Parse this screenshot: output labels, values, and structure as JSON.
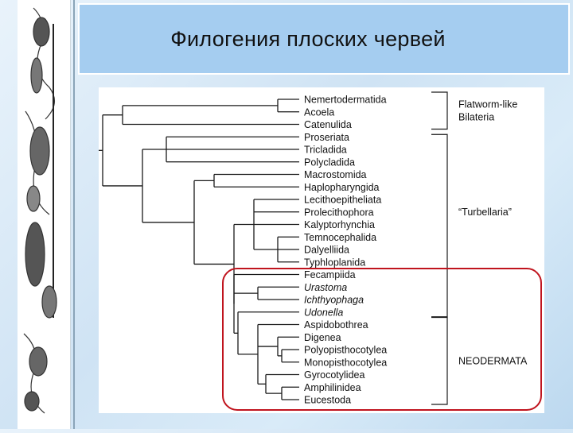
{
  "slide": {
    "title": "Филогения плоских червей"
  },
  "taxa": [
    {
      "name": "Nemertodermatida",
      "italic": false
    },
    {
      "name": "Acoela",
      "italic": false
    },
    {
      "name": "Catenulida",
      "italic": false
    },
    {
      "name": "Proseriata",
      "italic": false
    },
    {
      "name": "Tricladida",
      "italic": false
    },
    {
      "name": "Polycladida",
      "italic": false
    },
    {
      "name": "Macrostomida",
      "italic": false
    },
    {
      "name": "Haplopharyngida",
      "italic": false
    },
    {
      "name": "Lecithoepitheliata",
      "italic": false
    },
    {
      "name": "Prolecithophora",
      "italic": false
    },
    {
      "name": "Kalyptorhynchia",
      "italic": false
    },
    {
      "name": "Temnocephalida",
      "italic": false
    },
    {
      "name": "Dalyelliida",
      "italic": false
    },
    {
      "name": "Typhloplanida",
      "italic": false
    },
    {
      "name": "Fecampiida",
      "italic": false
    },
    {
      "name": "Urastoma",
      "italic": true
    },
    {
      "name": "Ichthyophaga",
      "italic": true
    },
    {
      "name": "Udonella",
      "italic": true
    },
    {
      "name": "Aspidobothrea",
      "italic": false
    },
    {
      "name": "Digenea",
      "italic": false
    },
    {
      "name": "Polyopisthocotylea",
      "italic": false
    },
    {
      "name": "Monopisthocotylea",
      "italic": false
    },
    {
      "name": "Gyrocotylidea",
      "italic": false
    },
    {
      "name": "Amphilinidea",
      "italic": false
    },
    {
      "name": "Eucestoda",
      "italic": false
    }
  ],
  "groups": [
    {
      "label_lines": [
        "Flatworm-like",
        "Bilateria"
      ]
    },
    {
      "label_lines": [
        "“Turbellaria”"
      ]
    },
    {
      "label_lines": [
        "NEODERMATA"
      ]
    }
  ],
  "highlight": {
    "color": "#c0141e"
  },
  "colors": {
    "title_bg": "#a5cdf0",
    "line": "#1a1a1a"
  }
}
